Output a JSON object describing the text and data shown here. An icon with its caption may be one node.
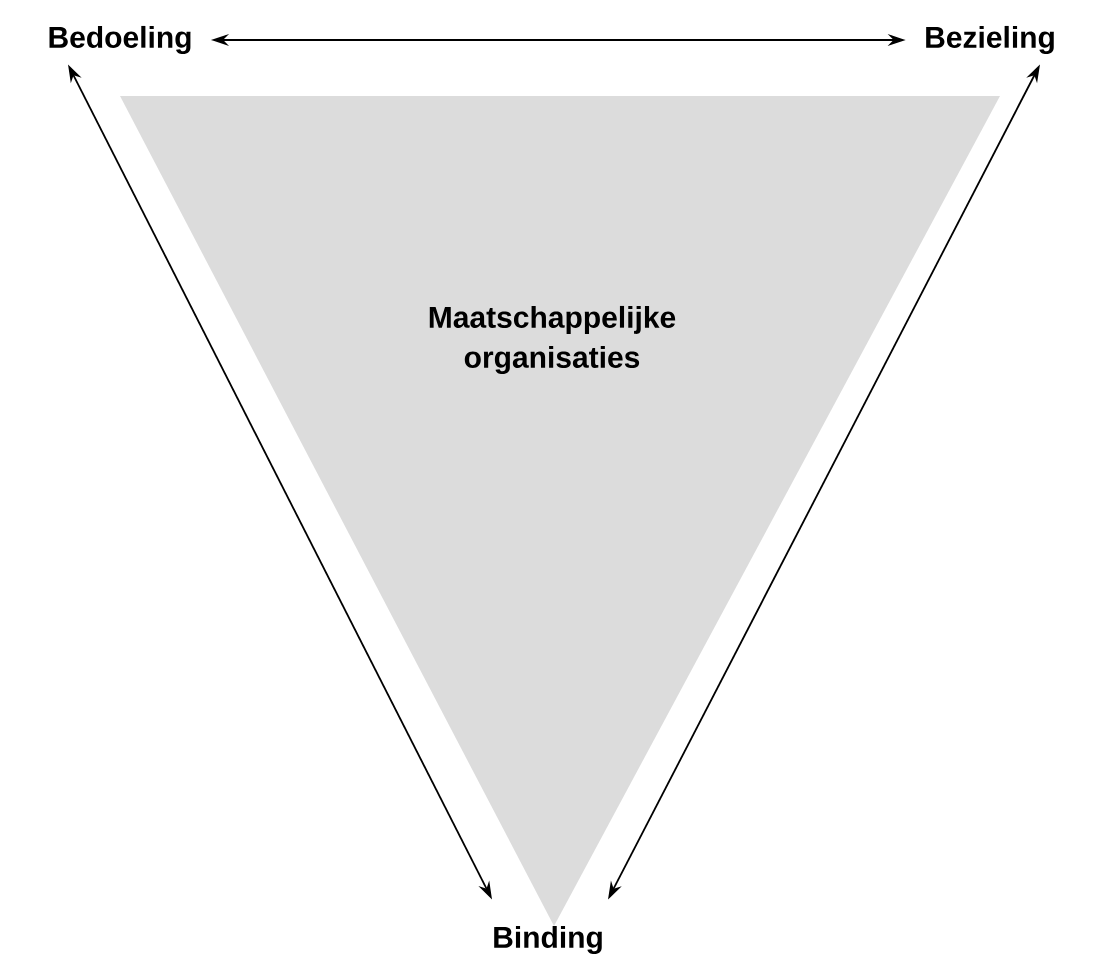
{
  "diagram": {
    "nodes": [
      {
        "text": [
          "Bedoeling"
        ]
      },
      {
        "text": [
          "Bezieling"
        ]
      },
      {
        "text": [
          "Maatschappelijke organisaties"
        ]
      },
      {
        "text": [
          "Binding"
        ]
      }
    ],
    "edges": [
      {
        "from": 0,
        "to": 1,
        "arrow": "both"
      },
      {
        "from": 0,
        "to": 3,
        "arrow": "both"
      },
      {
        "from": 1,
        "to": 3,
        "arrow": "both"
      }
    ]
  }
}
